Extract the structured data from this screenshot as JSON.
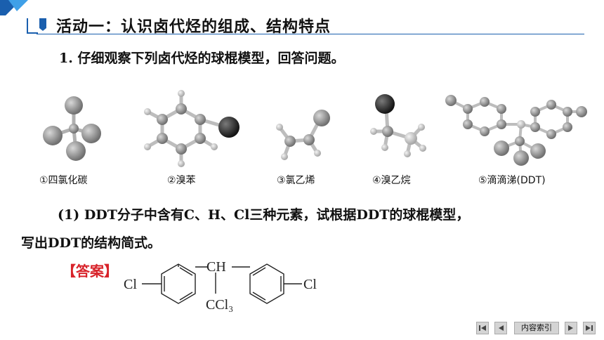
{
  "header": {
    "title": "活动一：认识卤代烃的组成、结构特点",
    "accent_color": "#1a5fae"
  },
  "question1": "1. 仔细观察下列卤代烃的球棍模型，回答问题。",
  "models": [
    {
      "label": "①四氯化碳"
    },
    {
      "label": "②溴苯"
    },
    {
      "label": "③氯乙烯"
    },
    {
      "label": "④溴乙烷"
    },
    {
      "label": "⑤滴滴涕(DDT)"
    }
  ],
  "question2": {
    "line1": "(1) DDT分子中含有C、H、Cl三种元素，试根据DDT的球棍模型，",
    "line2": "写出DDT的结构简式。"
  },
  "answer": {
    "label": "【答案】",
    "structure": {
      "left_group": "Cl",
      "right_group": "Cl",
      "center_top": "CH",
      "center_bottom": "CCl₃"
    }
  },
  "nav": {
    "index_label": "内容索引",
    "icons": [
      "first-page-icon",
      "prev-page-icon",
      "next-page-icon",
      "last-page-icon"
    ]
  }
}
